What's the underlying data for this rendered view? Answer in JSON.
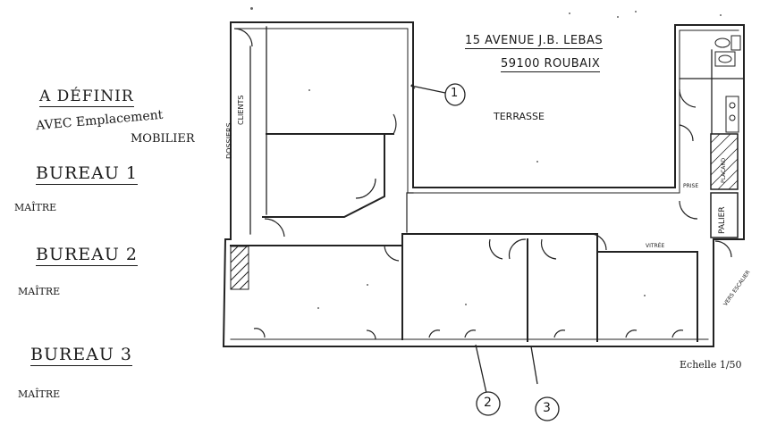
{
  "legend": {
    "define_title": "A DÉFINIR",
    "define_line2": "AVEC Emplacement",
    "define_line3": "MOBILIER",
    "bureau1": "BUREAU 1",
    "bureau1_role": "MAÎTRE",
    "bureau2": "BUREAU 2",
    "bureau2_role": "MAÎTRE",
    "bureau3": "BUREAU 3",
    "bureau3_role": "MAÎTRE"
  },
  "address": {
    "line1": "15 AVENUE J.B. LEBAS",
    "line2": "59100 ROUBAIX"
  },
  "plan_labels": {
    "terrasse": "TERRASSE",
    "dossiers": "DOSSIERS",
    "clients": "CLIENTS",
    "palier": "PALIER",
    "vitrage": "VITRÉE",
    "escalier": "VERS ESCALIER",
    "placard": "PLACARD",
    "prise": "PRISE",
    "scale": "Echelle 1/50"
  },
  "markers": [
    "1",
    "2",
    "3"
  ]
}
